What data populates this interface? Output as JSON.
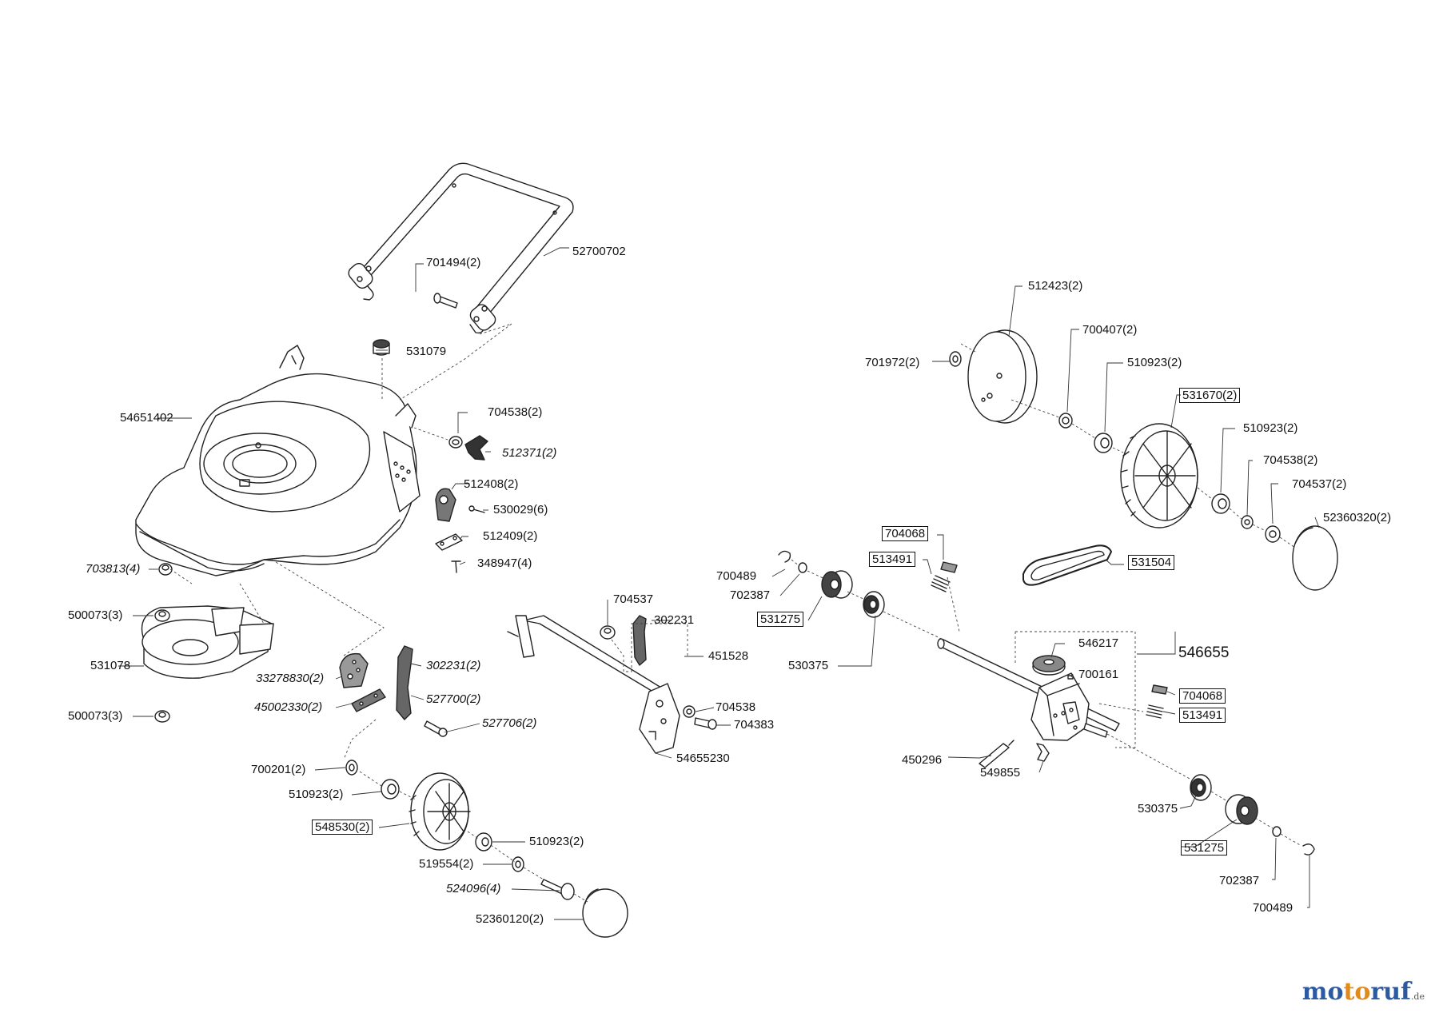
{
  "labels": {
    "l_52700702": "52700702",
    "l_701494": "701494(2)",
    "l_531079": "531079",
    "l_54651402": "54651402",
    "l_704538a": "704538(2)",
    "l_512371": "512371(2)",
    "l_512408": "512408(2)",
    "l_530029": "530029(6)",
    "l_512409": "512409(2)",
    "l_348947": "348947(4)",
    "l_703813": "703813(4)",
    "l_500073a": "500073(3)",
    "l_531078": "531078",
    "l_500073b": "500073(3)",
    "l_33278830": "33278830(2)",
    "l_302231b": "302231(2)",
    "l_45002330": "45002330(2)",
    "l_527700": "527700(2)",
    "l_527706": "527706(2)",
    "l_700201": "700201(2)",
    "l_510923a": "510923(2)",
    "l_548530": "548530(2)",
    "l_510923b": "510923(2)",
    "l_519554": "519554(2)",
    "l_524096": "524096(4)",
    "l_52360120": "52360120(2)",
    "l_704537a": "704537",
    "l_302231a": "302231",
    "l_451528": "451528",
    "l_704538b": "704538",
    "l_704383": "704383",
    "l_54655230": "54655230",
    "l_700489a": "700489",
    "l_702387a": "702387",
    "l_531275a": "531275",
    "l_530375a": "530375",
    "l_704068a": "704068",
    "l_513491a": "513491",
    "l_531504": "531504",
    "l_512423": "512423(2)",
    "l_700407": "700407(2)",
    "l_701972": "701972(2)",
    "l_510923c": "510923(2)",
    "l_531670": "531670(2)",
    "l_510923d": "510923(2)",
    "l_704538c": "704538(2)",
    "l_704537b": "704537(2)",
    "l_52360320": "52360320(2)",
    "l_546217": "546217",
    "l_546655": "546655",
    "l_700161": "700161",
    "l_704068b": "704068",
    "l_513491b": "513491",
    "l_450296": "450296",
    "l_549855": "549855",
    "l_530375b": "530375",
    "l_531275b": "531275",
    "l_702387b": "702387",
    "l_700489b": "700489"
  },
  "watermark": {
    "part1": "mo",
    "part2": "to",
    "part3": "ruf",
    "domain": ".de"
  }
}
